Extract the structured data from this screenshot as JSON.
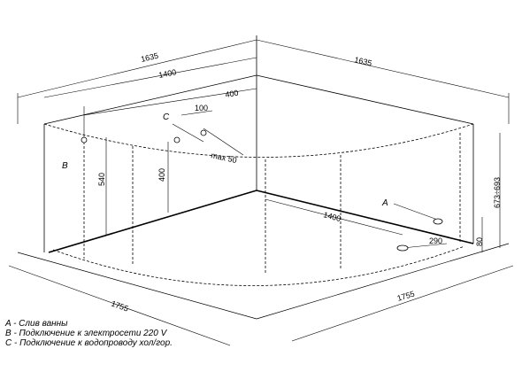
{
  "dimensions": {
    "top_left": "1635",
    "top_right": "1635",
    "top_inner_1400": "1400",
    "top_400": "400",
    "top_100": "100",
    "max_50": "max 50",
    "height_540": "540",
    "height_400": "400",
    "height_673_693": "673÷693",
    "floor_1400": "1400",
    "drain_290": "290",
    "drain_80": "80",
    "bottom_left": "1755",
    "bottom_right": "1755"
  },
  "markers": {
    "a": "A",
    "b": "B",
    "c": "C"
  },
  "legend": {
    "a": "A - Слив ванны",
    "b": "B - Подключение к электросети 220 V",
    "c": "C - Подключение к водопроводу хол/гор."
  }
}
